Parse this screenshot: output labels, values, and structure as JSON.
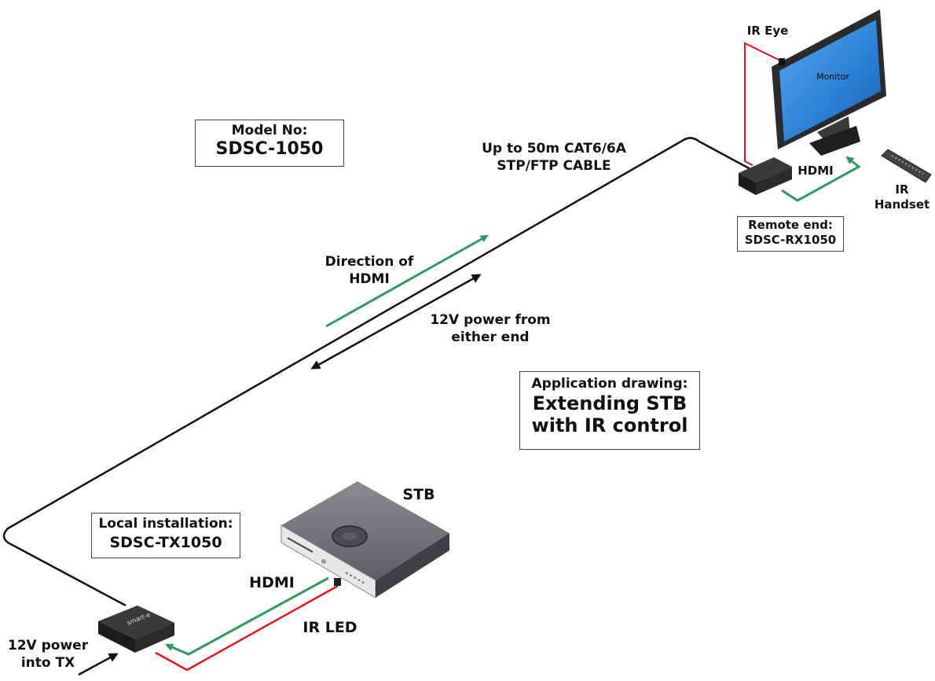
{
  "model_box": {
    "line1": "Model No:",
    "line2": "SDSC-1050"
  },
  "cable_label": {
    "line1": "Up to 50m CAT6/6A",
    "line2": "STP/FTP CABLE"
  },
  "direction_label": {
    "line1": "Direction of",
    "line2": "HDMI"
  },
  "power_label": {
    "line1": "12V power from",
    "line2": "either end"
  },
  "application_box": {
    "line1": "Application drawing:",
    "line2": "Extending STB",
    "line3": "with IR control"
  },
  "local_box": {
    "line1": "Local installation:",
    "line2": "SDSC-TX1050"
  },
  "remote_box": {
    "line1": "Remote end:",
    "line2": "SDSC-RX1050"
  },
  "stb_label": "STB",
  "hdmi_local_label": "HDMI",
  "ir_led_label": "IR LED",
  "power_tx_label": {
    "line1": "12V power",
    "line2": "into TX"
  },
  "ir_eye_label": "IR Eye",
  "monitor_label": "Monitor",
  "hdmi_remote_label": "HDMI",
  "handset_label": {
    "line1": "IR",
    "line2": "Handset"
  },
  "device_brand": "smart-e",
  "colors": {
    "hdmi_arrow": "#2e9a5e",
    "ir_wire": "#e0151b",
    "cable": "#111111",
    "screen": "#2a7fd4"
  },
  "icons": [
    "monitor-icon",
    "stb-icon",
    "transmitter-icon",
    "receiver-icon",
    "remote-control-icon"
  ]
}
